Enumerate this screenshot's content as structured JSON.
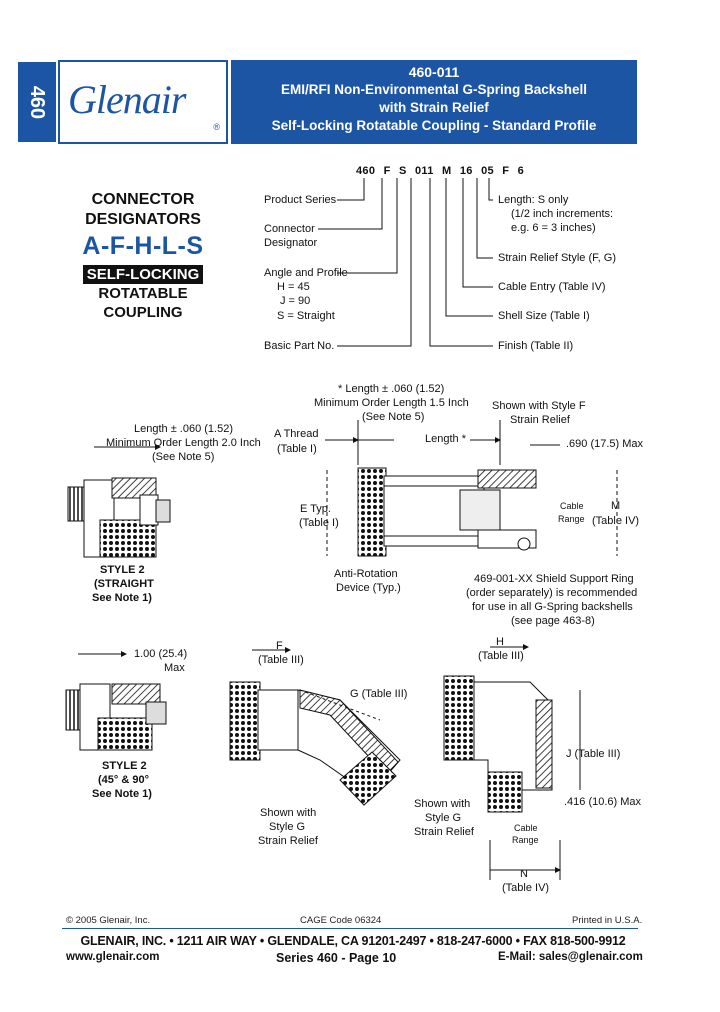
{
  "series_tab": "460",
  "logo": {
    "text": "Glenair",
    "reg": "®"
  },
  "title": {
    "part": "460-011",
    "line1": "EMI/RFI Non-Environmental G-Spring Backshell",
    "line2": "with Strain Relief",
    "line3": "Self-Locking Rotatable Coupling - Standard Profile"
  },
  "designators": {
    "heading1": "CONNECTOR",
    "heading2": "DESIGNATORS",
    "letters": "A-F-H-L-S",
    "self_locking": "SELF-LOCKING",
    "rotatable": "ROTATABLE",
    "coupling": "COUPLING"
  },
  "part_number": {
    "segments": [
      "460",
      "F",
      "S",
      "011",
      "M",
      "16",
      "05",
      "F",
      "6"
    ],
    "left_labels": {
      "product_series": "Product Series",
      "connector": "Connector",
      "designator": "Designator",
      "angle": "Angle and Profile",
      "h": "H = 45",
      "j": "J = 90",
      "s": "S = Straight",
      "basic": "Basic Part No."
    },
    "right_labels": {
      "length1": "Length: S only",
      "length2": "(1/2 inch increments:",
      "length3": "e.g. 6 = 3 inches)",
      "strain": "Strain Relief Style (F, G)",
      "cable": "Cable Entry (Table IV)",
      "shell": "Shell Size (Table I)",
      "finish": "Finish (Table II)"
    }
  },
  "straight_drawing": {
    "len1": "* Length ± .060 (1.52)",
    "len2": "Minimum Order Length 1.5 Inch",
    "len3": "(See Note 5)",
    "style_f1": "Shown with Style F",
    "style_f2": "Strain Relief",
    "a_thread1": "A Thread",
    "a_thread2": "(Table I)",
    "length_star": "Length *",
    "dim_690": ".690 (17.5) Max",
    "cable1": "Cable",
    "cable2": "Range",
    "m1": "M",
    "m2": "(Table IV)",
    "e1": "E Typ.",
    "e2": "(Table I)",
    "anti1": "Anti-Rotation",
    "anti2": "Device (Typ.)",
    "ring1": "469-001-XX Shield Support Ring",
    "ring2": "(order separately) is recommended",
    "ring3": "for use in all G-Spring backshells",
    "ring4": "(see page 463-8)"
  },
  "style2_straight": {
    "len1": "Length ± .060 (1.52)",
    "len2": "Minimum Order Length 2.0 Inch",
    "len3": "(See Note 5)",
    "cap1": "STYLE 2",
    "cap2": "(STRAIGHT",
    "cap3": "See Note 1)"
  },
  "style2_angle": {
    "dim1": "1.00 (25.4)",
    "dim2": "Max",
    "cap1": "STYLE 2",
    "cap2": "(45° & 90°",
    "cap3": "See Note 1)"
  },
  "angle45": {
    "f1": "F",
    "f2": "(Table III)",
    "g": "G (Table III)",
    "shown1": "Shown with",
    "shown2": "Style G",
    "shown3": "Strain Relief"
  },
  "angle90": {
    "h1": "H",
    "h2": "(Table III)",
    "j": "J (Table III)",
    "dim416": ".416 (10.6) Max",
    "shown1": "Shown with",
    "shown2": "Style G",
    "shown3": "Strain Relief",
    "cable1": "Cable",
    "cable2": "Range",
    "n1": "N",
    "n2": "(Table IV)"
  },
  "footer": {
    "copyright": "© 2005 Glenair, Inc.",
    "cage": "CAGE Code 06324",
    "printed": "Printed in U.S.A.",
    "address": "GLENAIR, INC. • 1211 AIR WAY • GLENDALE, CA 91201-2497 • 818-247-6000 • FAX 818-500-9912",
    "web": "www.glenair.com",
    "page": "Series 460 - Page 10",
    "email": "E-Mail: sales@glenair.com"
  }
}
